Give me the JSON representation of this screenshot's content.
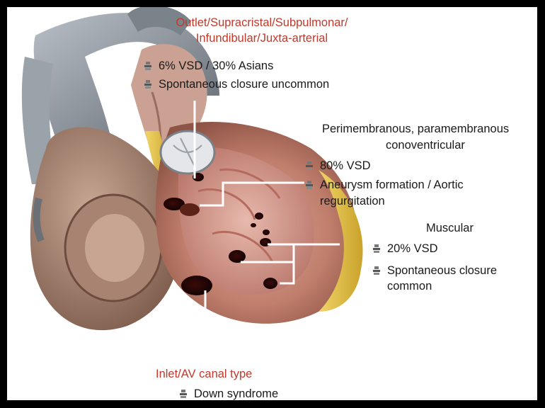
{
  "labels": {
    "outlet": {
      "title_line1": "Outlet/Supracristal/Subpulmonar/",
      "title_line2": "Infundibular/Juxta-arterial",
      "bullets": [
        "6% VSD / 30% Asians",
        "Spontaneous closure uncommon"
      ]
    },
    "perimembranous": {
      "title_line1": "Perimembranous, paramembranous",
      "title_line2": "conoventricular",
      "bullet1": "80% VSD",
      "bullet2_line1": "Aneurysm formation / Aortic",
      "bullet2_line2": "regurgitation"
    },
    "muscular": {
      "title": "Muscular",
      "bullet1": "20% VSD",
      "bullet2_line1": "Spontaneous closure",
      "bullet2_line2": "common"
    },
    "inlet": {
      "title": "Inlet/AV canal type",
      "bullet1": "Down syndrome"
    }
  },
  "colors": {
    "title_red": "#c0392b",
    "leader_line": "#ffffff",
    "heart_muscle": "#c98b78",
    "heart_fat": "#e8c547"
  }
}
